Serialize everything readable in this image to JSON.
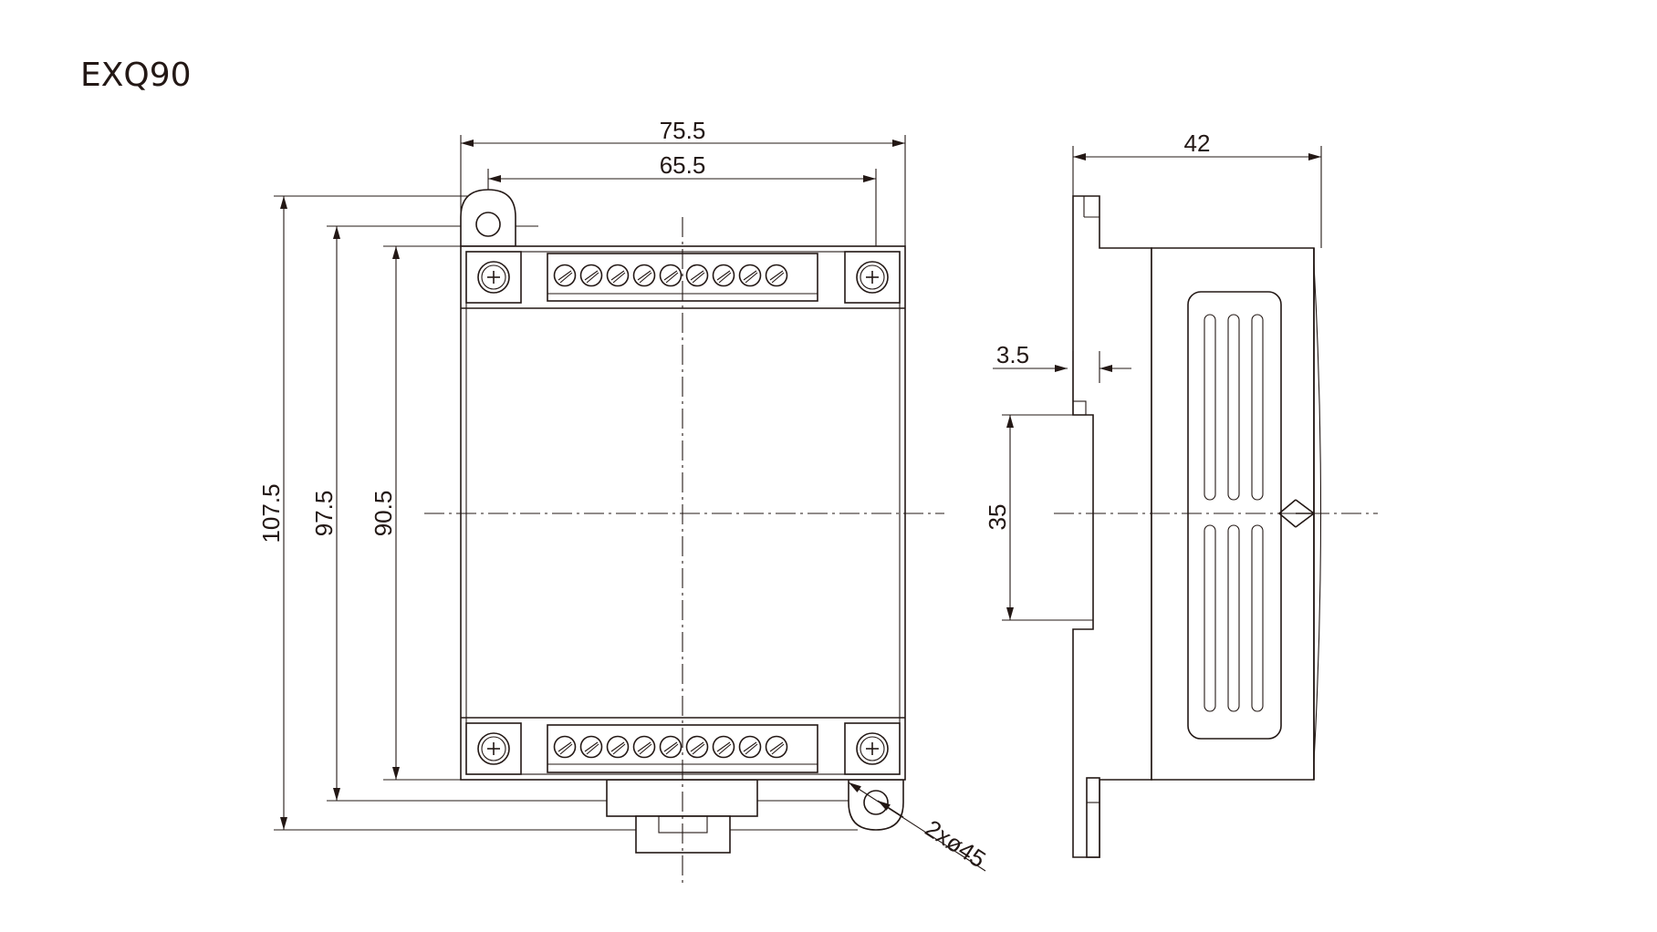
{
  "title": "EXQ90",
  "front_view": {
    "dim_width_outer": "75.5",
    "dim_width_holes": "65.5",
    "dim_height_total": "107.5",
    "dim_height_holes": "97.5",
    "dim_height_body": "90.5",
    "dim_holes_note": "2xø45",
    "terminals_per_row": 9
  },
  "side_view": {
    "dim_depth": "42",
    "dim_flange": "3.5",
    "dim_rail": "35"
  },
  "colors": {
    "line": "#231815",
    "background": "#ffffff"
  }
}
